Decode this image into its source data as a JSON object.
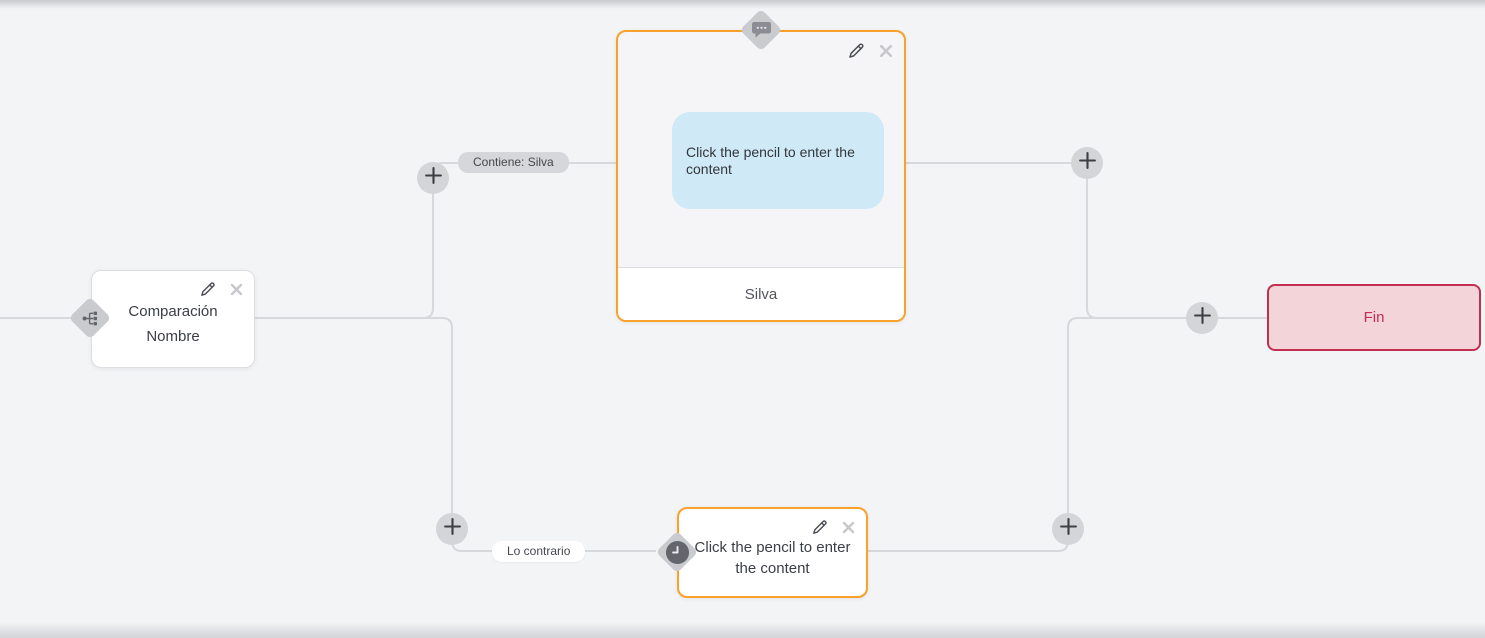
{
  "canvas": {
    "background_color": "#f3f4f6",
    "connector_color": "#d7d8dc"
  },
  "condition_node": {
    "title_line1": "Comparación",
    "title_line2": "Nombre",
    "icon": "branch-icon"
  },
  "message_node": {
    "content_placeholder": "Click the pencil to enter the content",
    "footer_label": "Silva",
    "icon": "chat-bubble-icon",
    "accent_color": "#f9a12b",
    "bubble_color": "#cfe9f7"
  },
  "fallback_node": {
    "content_placeholder": "Click the pencil to enter the content",
    "icon": "clock-icon",
    "accent_color": "#f9a12b"
  },
  "end_node": {
    "label": "Fin",
    "background_color": "#f3d4d9",
    "border_color": "#c22f50"
  },
  "edge_labels": {
    "condition_true": "Contiene: Silva",
    "condition_false": "Lo contrario"
  },
  "actions": {
    "edit_icon": "pencil-icon",
    "delete_icon": "close-icon",
    "add_icon": "plus-icon"
  }
}
